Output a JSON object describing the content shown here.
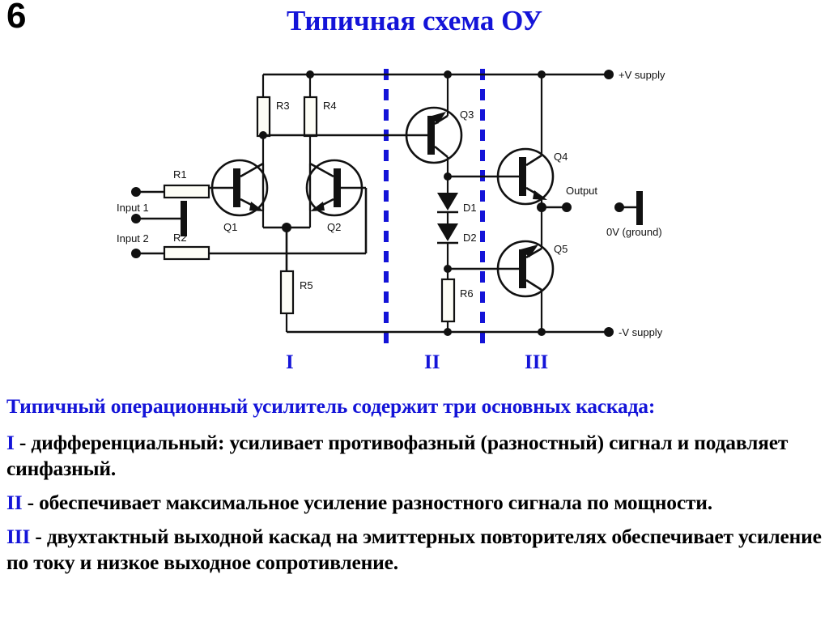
{
  "slide": {
    "number": "6",
    "title": "Типичная схема ОУ",
    "accent_color": "#1414d8",
    "ink_color": "#000000",
    "background": "#ffffff"
  },
  "circuit": {
    "title": "Типичная схема ОУ",
    "stage_dividers": [
      "I",
      "II",
      "III"
    ],
    "terminals": [
      {
        "id": "input1",
        "label": "Input 1"
      },
      {
        "id": "input2",
        "label": "Input 2"
      },
      {
        "id": "output",
        "label": "Output"
      },
      {
        "id": "ground",
        "label": "0V (ground)"
      },
      {
        "id": "vplus",
        "label": "+V supply"
      },
      {
        "id": "vminus",
        "label": "-V supply"
      }
    ],
    "resistors": [
      {
        "id": "R1",
        "label": "R1"
      },
      {
        "id": "R2",
        "label": "R2"
      },
      {
        "id": "R3",
        "label": "R3"
      },
      {
        "id": "R4",
        "label": "R4"
      },
      {
        "id": "R5",
        "label": "R5"
      },
      {
        "id": "R6",
        "label": "R6"
      }
    ],
    "transistors": [
      {
        "id": "Q1",
        "label": "Q1",
        "type": "npn"
      },
      {
        "id": "Q2",
        "label": "Q2",
        "type": "npn"
      },
      {
        "id": "Q3",
        "label": "Q3",
        "type": "pnp"
      },
      {
        "id": "Q4",
        "label": "Q4",
        "type": "npn"
      },
      {
        "id": "Q5",
        "label": "Q5",
        "type": "pnp"
      }
    ],
    "diodes": [
      {
        "id": "D1",
        "label": "D1"
      },
      {
        "id": "D2",
        "label": "D2"
      }
    ]
  },
  "body": {
    "lead": "Типичный операционный усилитель содержит три основных каскада:",
    "items": [
      {
        "marker": "I",
        "text": " - дифференциальный: усиливает противофазный (разностный) сигнал и подавляет синфазный."
      },
      {
        "marker": "II",
        "text": " - обеспечивает максимальное усиление разностного сигнала по мощности."
      },
      {
        "marker": "III",
        "text": " - двухтактный выходной каскад на эмиттерных повторителях обеспечивает усиление по току и низкое выходное сопротивление."
      }
    ]
  }
}
